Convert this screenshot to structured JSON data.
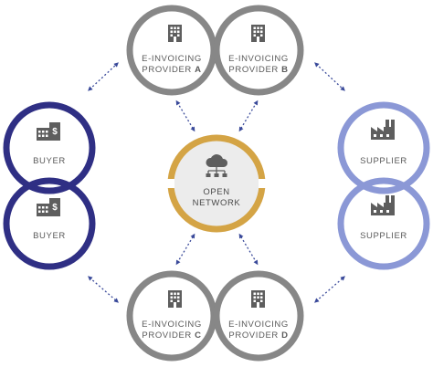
{
  "nodes": {
    "provider_a": {
      "line1": "E-INVOICING",
      "line2": "PROVIDER",
      "letter": "A",
      "icon": "office-building-icon"
    },
    "provider_b": {
      "line1": "E-INVOICING",
      "line2": "PROVIDER",
      "letter": "B",
      "icon": "office-building-icon"
    },
    "provider_c": {
      "line1": "E-INVOICING",
      "line2": "PROVIDER",
      "letter": "C",
      "icon": "office-building-icon"
    },
    "provider_d": {
      "line1": "E-INVOICING",
      "line2": "PROVIDER",
      "letter": "D",
      "icon": "office-building-icon"
    },
    "buyer_top": {
      "label": "BUYER",
      "icon": "bank-building-icon"
    },
    "buyer_bottom": {
      "label": "BUYER",
      "icon": "bank-building-icon"
    },
    "supplier_top": {
      "label": "SUPPLIER",
      "icon": "factory-icon"
    },
    "supplier_bottom": {
      "label": "SUPPLIER",
      "icon": "factory-icon"
    },
    "network": {
      "line1": "OPEN",
      "line2": "NETWORK",
      "icon": "network-cloud-icon"
    }
  },
  "colors": {
    "provider_ring": "#878787",
    "buyer_ring": "#2f2f84",
    "supplier_ring": "#8b98d6",
    "network_ring": "#d4a445",
    "network_fill": "#ececec",
    "arrow": "#3a4a9a",
    "icon": "#5e5e5e"
  }
}
